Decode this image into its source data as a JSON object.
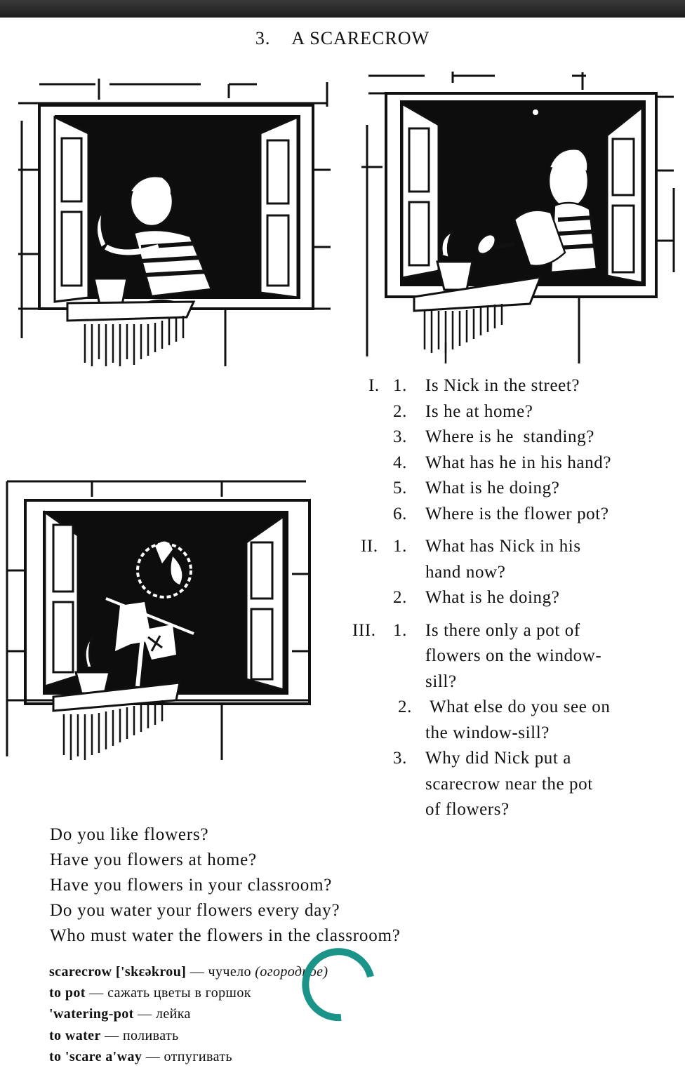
{
  "lesson": {
    "number": "3.",
    "title": "A SCARECROW"
  },
  "illustrations": [
    {
      "id": "picture-1",
      "caption": "Nick at an open window holding a plant over a flower pot on the window-sill"
    },
    {
      "id": "picture-2",
      "caption": "Nick watering the flower pot with a watering-pot"
    },
    {
      "id": "picture-3",
      "caption": "A scarecrow standing next to the flower pot on the window-sill"
    }
  ],
  "questions": [
    {
      "section": "I.",
      "items": [
        {
          "n": "1.",
          "lines": [
            "Is Nick in the street?"
          ]
        },
        {
          "n": "2.",
          "lines": [
            "Is he at home?"
          ]
        },
        {
          "n": "3.",
          "lines": [
            "Where is he  standing?"
          ]
        },
        {
          "n": "4.",
          "lines": [
            "What has he in his hand?"
          ]
        },
        {
          "n": "5.",
          "lines": [
            "What is he doing?"
          ]
        },
        {
          "n": "6.",
          "lines": [
            "Where is the flower pot?"
          ]
        }
      ]
    },
    {
      "section": "II.",
      "items": [
        {
          "n": "1.",
          "lines": [
            "What has Nick in his",
            "hand now?"
          ]
        },
        {
          "n": "2.",
          "lines": [
            "What is he doing?"
          ]
        }
      ]
    },
    {
      "section": "III.",
      "items": [
        {
          "n": "1.",
          "lines": [
            "Is there only a pot of",
            "flowers on the window-",
            "sill?"
          ]
        },
        {
          "n": "2.",
          "lines": [
            "What else do you see on",
            "the window-sill?"
          ]
        },
        {
          "n": "3.",
          "lines": [
            "Why did Nick put a",
            "scarecrow near the pot",
            "of flowers?"
          ]
        }
      ]
    }
  ],
  "general_questions": [
    "Do you like flowers?",
    "Have you flowers at home?",
    "Have you flowers in your classroom?",
    "Do you water your flowers every day?",
    "Who must water the flowers in the classroom?"
  ],
  "vocabulary": [
    {
      "word": "scarecrow",
      "transcription": "['skɛəkrou]",
      "dash": "—",
      "translation": "чучело",
      "note": "(огородное)"
    },
    {
      "word": "to pot",
      "transcription": "",
      "dash": "—",
      "translation": "сажать цветы в горшок",
      "note": ""
    },
    {
      "word": "'watering-pot",
      "transcription": "",
      "dash": "—",
      "translation": "лейка",
      "note": ""
    },
    {
      "word": "to water",
      "transcription": "",
      "dash": "—",
      "translation": "поливать",
      "note": ""
    },
    {
      "word": "to 'scare a'way",
      "transcription": "",
      "dash": "—",
      "translation": "отпугивать",
      "note": ""
    }
  ],
  "overlay": {
    "loading_spinner": {
      "icon": "loading-spinner-icon",
      "color": "#1a9488"
    }
  },
  "colors": {
    "ink": "#111111",
    "paper": "#ffffff",
    "topbar": "#262626"
  }
}
